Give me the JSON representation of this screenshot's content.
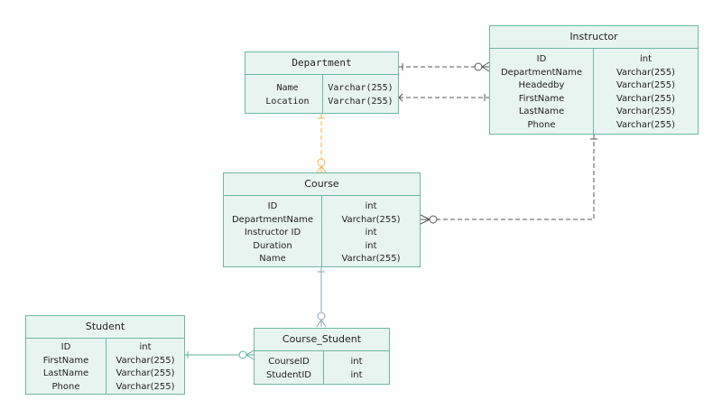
{
  "entities": {
    "department": {
      "title": "Department",
      "fields": [
        "Name",
        "Location"
      ],
      "types": [
        "Varchar(255)",
        "Varchar(255)"
      ]
    },
    "instructor": {
      "title": "Instructor",
      "fields": [
        "ID",
        "DepartmentName",
        "Headedby",
        "FirstName",
        "LastName",
        "Phone"
      ],
      "types": [
        "int",
        "Varchar(255)",
        "Varchar(255)",
        "Varchar(255)",
        "Varchar(255)",
        "Varchar(255)"
      ]
    },
    "course": {
      "title": "Course",
      "fields": [
        "ID",
        "DepartmentName",
        "Instructor ID",
        "Duration",
        "Name"
      ],
      "types": [
        "int",
        "Varchar(255)",
        "int",
        "int",
        "Varchar(255)"
      ]
    },
    "student": {
      "title": "Student",
      "fields": [
        "ID",
        "FirstName",
        "LastName",
        "Phone"
      ],
      "types": [
        "int",
        "Varchar(255)",
        "Varchar(255)",
        "Varchar(255)"
      ]
    },
    "course_student": {
      "title": "Course_Student",
      "fields": [
        "CourseID",
        "StudentID"
      ],
      "types": [
        "int",
        "int"
      ]
    }
  },
  "colors": {
    "entity_fill": "#e8f4f0",
    "entity_border": "#6fb7a5",
    "dashed_link": "#555555",
    "orange_link": "#e8b84a",
    "solid_link": "#8fa6b3",
    "student_link": "#5fb39a"
  }
}
